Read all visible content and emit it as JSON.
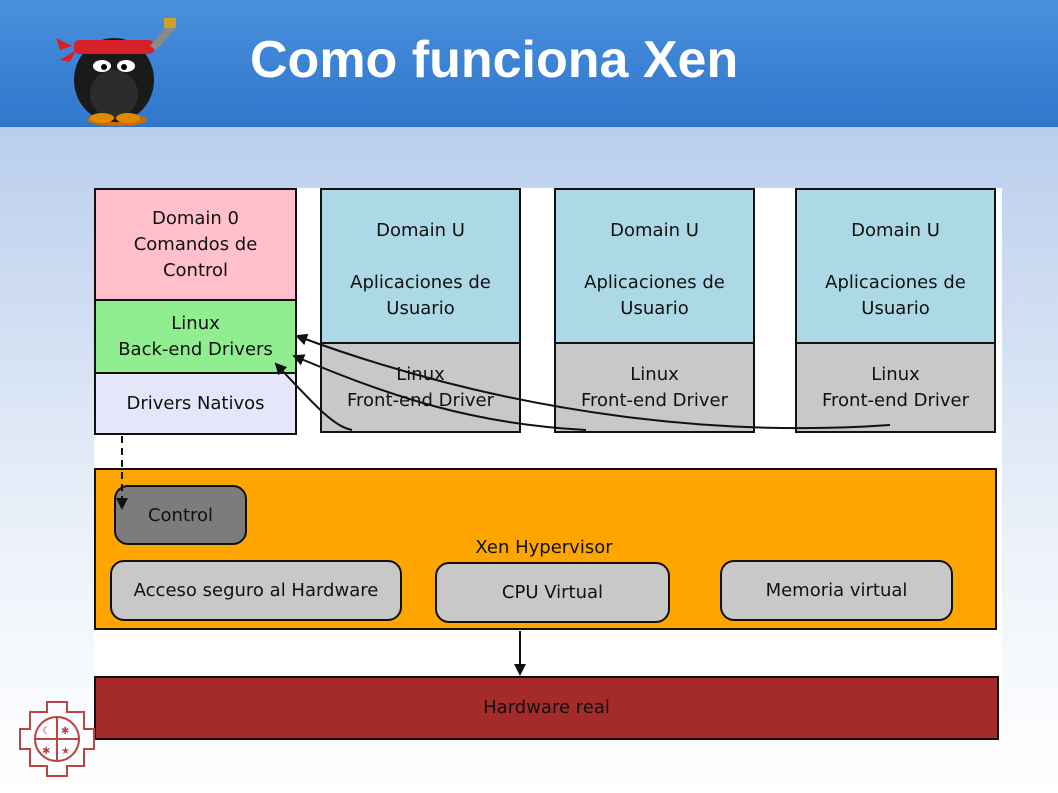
{
  "slide": {
    "title": "Como funciona Xen"
  },
  "diagram": {
    "dom0": {
      "title": "Domain 0",
      "line2": "Comandos de",
      "line3": "Control",
      "backend_line1": "Linux",
      "backend_line2": "Back-end Drivers",
      "native": "Drivers Nativos"
    },
    "domu": [
      {
        "title": "Domain U",
        "apps1": "Aplicaciones de",
        "apps2": "Usuario",
        "driver1": "Linux",
        "driver2": "Front-end Driver"
      },
      {
        "title": "Domain U",
        "apps1": "Aplicaciones de",
        "apps2": "Usuario",
        "driver1": "Linux",
        "driver2": "Front-end Driver"
      },
      {
        "title": "Domain U",
        "apps1": "Aplicaciones de",
        "apps2": "Usuario",
        "driver1": "Linux",
        "driver2": "Front-end Driver"
      }
    ],
    "hypervisor": {
      "label": "Xen Hypervisor",
      "control": "Control",
      "secure_access": "Acceso seguro al Hardware",
      "cpu": "CPU Virtual",
      "memory": "Memoria virtual"
    },
    "hardware": "Hardware real"
  },
  "colors": {
    "header_blue": "#3b82d4",
    "dom0_pink": "#ffc0cb",
    "backend_green": "#90ee90",
    "native_lavender": "#e6e6fa",
    "domu_lightblue": "#add8e6",
    "driver_gray": "#c8c8c8",
    "hypervisor_orange": "#ffa500",
    "hardware_red": "#a52a2a"
  },
  "icons": {
    "mascot": "ninja-penguin-icon",
    "seal": "university-seal-icon"
  }
}
